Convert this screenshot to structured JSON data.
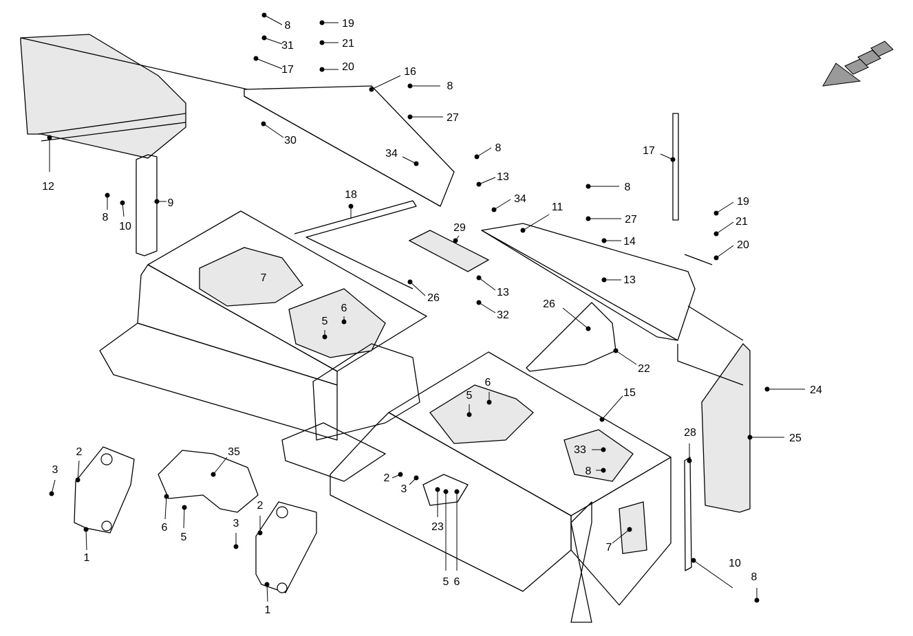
{
  "callouts": [
    "8",
    "31",
    "17",
    "19",
    "21",
    "20",
    "16",
    "8",
    "27",
    "30",
    "12",
    "9",
    "8",
    "10",
    "34",
    "8",
    "13",
    "18",
    "34",
    "11",
    "8",
    "27",
    "14",
    "13",
    "29",
    "26",
    "13",
    "32",
    "7",
    "6",
    "5",
    "26",
    "22",
    "17",
    "19",
    "21",
    "20",
    "24",
    "15",
    "6",
    "5",
    "25",
    "28",
    "33",
    "8",
    "35",
    "3",
    "2",
    "2",
    "3",
    "23",
    "6",
    "5",
    "3",
    "2",
    "1",
    "1",
    "5",
    "6",
    "7",
    "10",
    "8"
  ],
  "colors": {
    "line": "#000000",
    "panel": "#e8e8e8",
    "arrow": "#9a9a9a"
  },
  "direction_icon": "travel-direction-arrow"
}
